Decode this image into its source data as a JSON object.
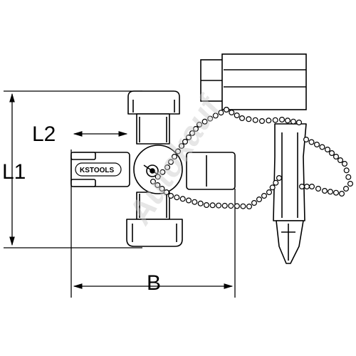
{
  "dimensions": {
    "l1_label": "L1",
    "l2_label": "L2",
    "b_label": "B"
  },
  "logo": {
    "text": "KSTOOLS"
  },
  "watermark": {
    "text": "Autokauf"
  },
  "colors": {
    "line": "#000000",
    "background": "#ffffff",
    "watermark": "#c8c8c8"
  }
}
